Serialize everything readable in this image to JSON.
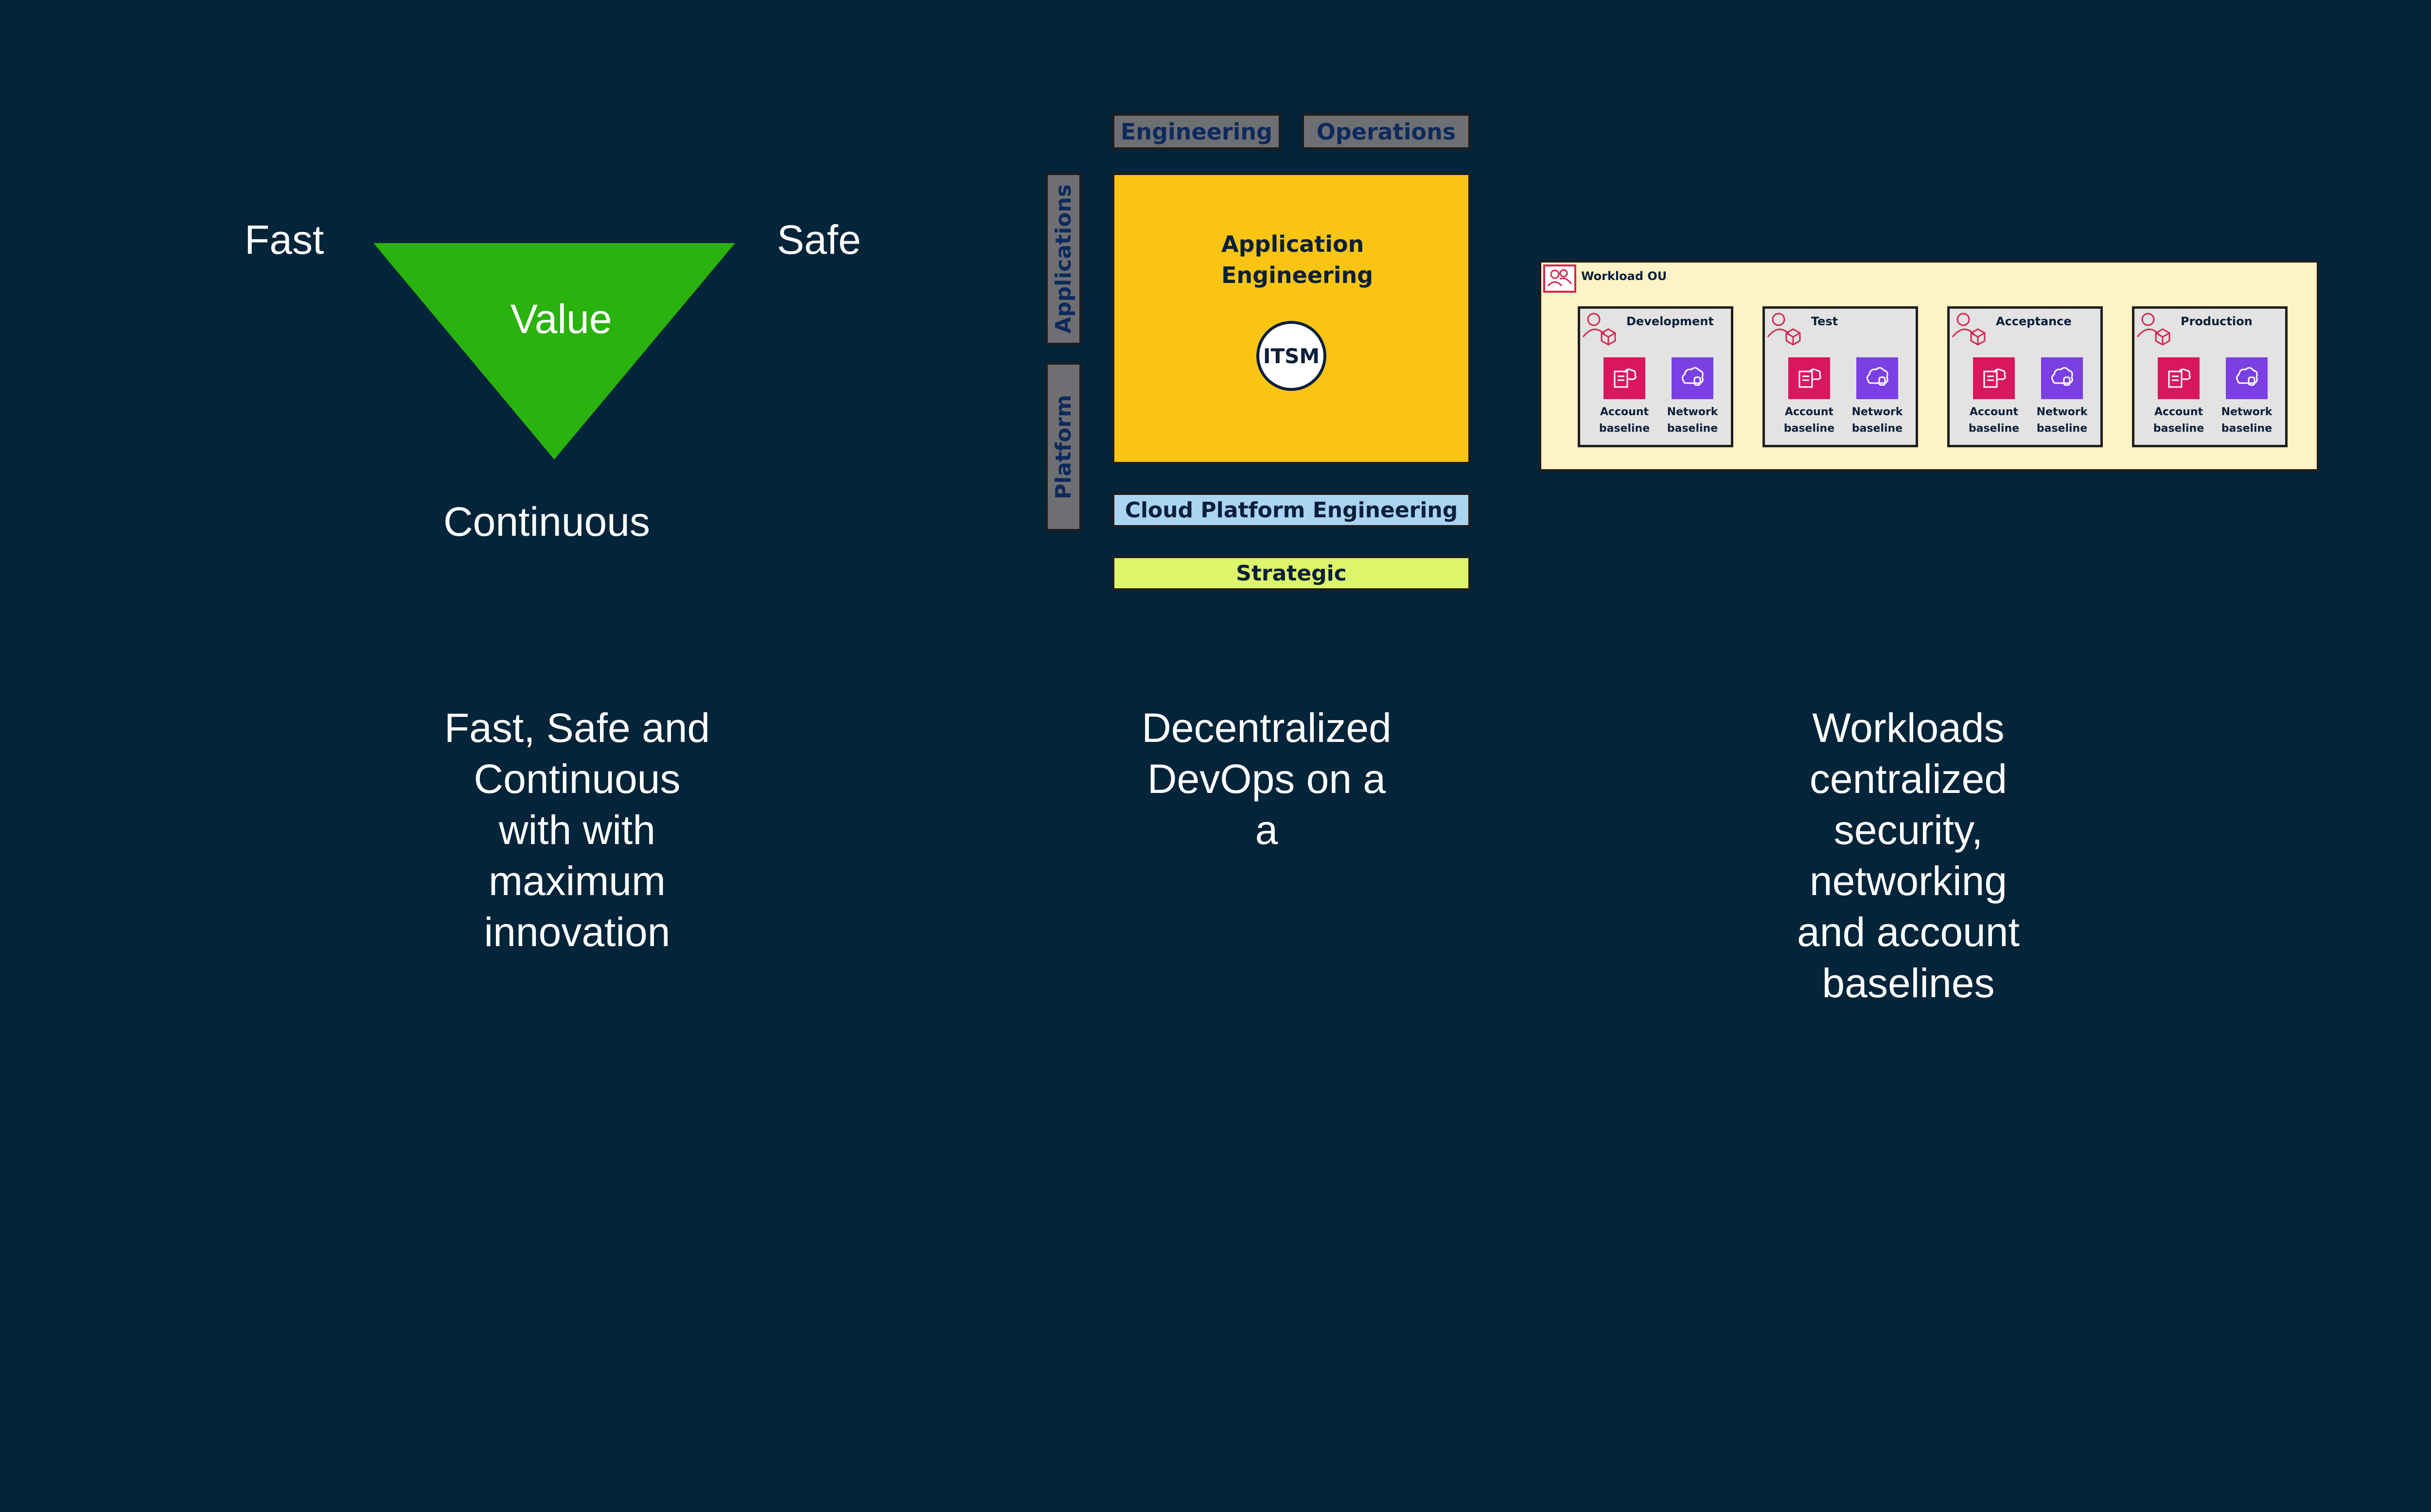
{
  "value_triangle": {
    "fast": "Fast",
    "safe": "Safe",
    "center": "Value",
    "bottom": "Continuous",
    "color": "#2ab20e"
  },
  "captions": {
    "left": [
      "Fast, Safe and",
      "Continuous",
      "with with",
      "maximum",
      "innovation"
    ],
    "middle": [
      "Decentralized",
      "DevOps on a",
      "a"
    ],
    "right": [
      "Workloads",
      "centralized",
      "security,",
      "networking",
      "and account",
      "baselines"
    ]
  },
  "devops": {
    "engineering": "Engineering",
    "operations": "Operations",
    "applications": "Applications",
    "platform": "Platform",
    "app_engineering": [
      "Application",
      "Engineering"
    ],
    "itsm": "ITSM",
    "cloud_platform": "Cloud Platform Engineering",
    "strategic": "Strategic",
    "colors": {
      "app_box": "#f9c512",
      "cloud_platform": "#a9d4f2",
      "strategic": "#ddf56a",
      "tab": "#6e6f72"
    }
  },
  "workload_ou": {
    "label": "Workload OU",
    "icon": "users-group-icon",
    "environments": [
      {
        "name": "Development",
        "account": [
          "Account",
          "baseline"
        ],
        "network": [
          "Network",
          "baseline"
        ]
      },
      {
        "name": "Test",
        "account": [
          "Account",
          "baseline"
        ],
        "network": [
          "Network",
          "baseline"
        ]
      },
      {
        "name": "Acceptance",
        "account": [
          "Account",
          "baseline"
        ],
        "network": [
          "Network",
          "baseline"
        ]
      },
      {
        "name": "Production",
        "account": [
          "Account",
          "baseline"
        ],
        "network": [
          "Network",
          "baseline"
        ]
      }
    ],
    "colors": {
      "ou_background": "#fdf3c7",
      "account": "#d8175f",
      "network": "#7b3fe4"
    }
  }
}
